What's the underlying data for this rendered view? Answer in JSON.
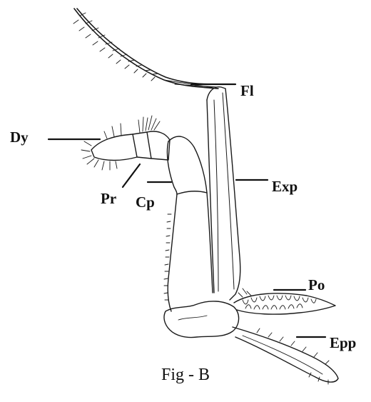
{
  "figure": {
    "caption": "Fig - B",
    "labels": {
      "fl": "Fl",
      "dy": "Dy",
      "pr": "Pr",
      "cp": "Cp",
      "exp": "Exp",
      "po": "Po",
      "epp": "Epp"
    },
    "colors": {
      "ink": "#111111",
      "background": "#ffffff"
    }
  }
}
